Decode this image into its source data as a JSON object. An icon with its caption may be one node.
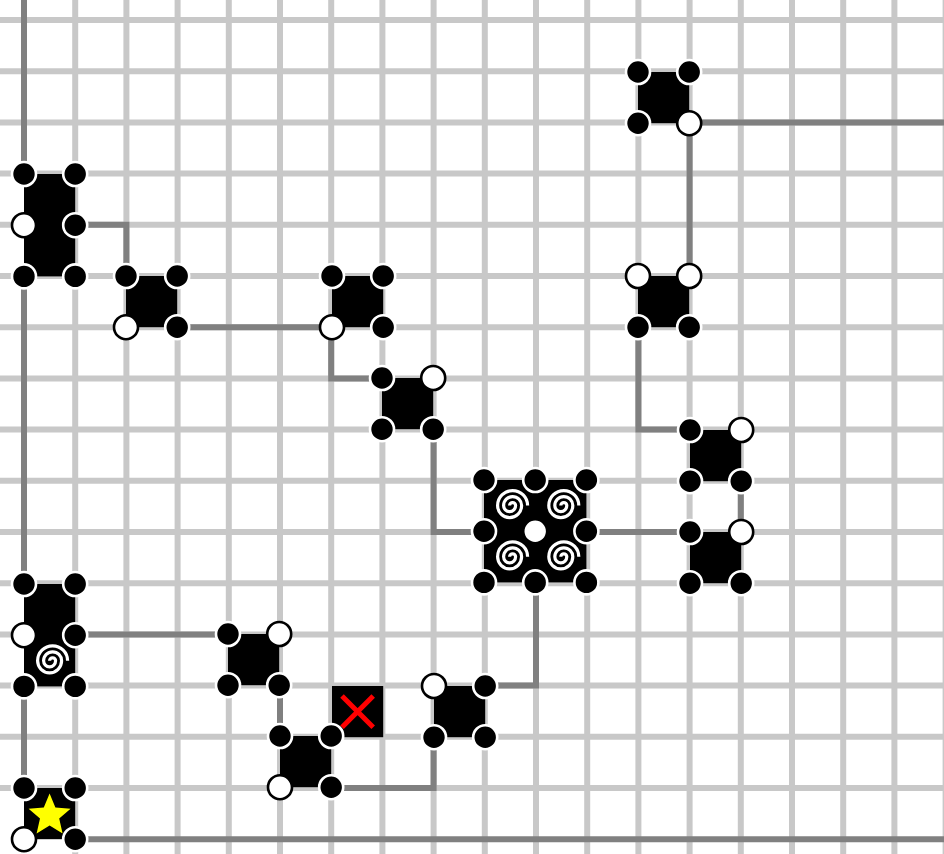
{
  "diagram": {
    "nodes": [
      {
        "text": [],
        "shape": "box"
      },
      {
        "text": [],
        "shape": "box"
      },
      {
        "text": [],
        "shape": "box"
      },
      {
        "text": [],
        "shape": "box"
      },
      {
        "text": [],
        "shape": "box"
      },
      {
        "text": [],
        "shape": "box"
      },
      {
        "text": [],
        "shape": "box"
      },
      {
        "text": [],
        "shape": "box"
      },
      {
        "text": [],
        "shape": "box"
      },
      {
        "text": [],
        "shape": "box"
      },
      {
        "text": [],
        "shape": "box"
      },
      {
        "text": [],
        "shape": "cross"
      },
      {
        "text": [],
        "shape": "box"
      },
      {
        "text": [],
        "shape": "box"
      },
      {
        "text": [],
        "shape": "box"
      }
    ],
    "edges": [
      {
        "from": null,
        "to": 1,
        "arrow": "none"
      },
      {
        "from": 0,
        "to": null,
        "arrow": "none"
      },
      {
        "from": 0,
        "to": 4,
        "arrow": "none"
      },
      {
        "from": 1,
        "to": 2,
        "arrow": "none"
      },
      {
        "from": 2,
        "to": 3,
        "arrow": "none"
      },
      {
        "from": 3,
        "to": 5,
        "arrow": "none"
      },
      {
        "from": 5,
        "to": 7,
        "arrow": "none"
      },
      {
        "from": 4,
        "to": 6,
        "arrow": "none"
      },
      {
        "from": 6,
        "to": 8,
        "arrow": "none"
      },
      {
        "from": 7,
        "to": 8,
        "arrow": "none"
      },
      {
        "from": 1,
        "to": 9,
        "arrow": "none"
      },
      {
        "from": 9,
        "to": 10,
        "arrow": "none"
      },
      {
        "from": 9,
        "to": 14,
        "arrow": "none"
      },
      {
        "from": 10,
        "to": 13,
        "arrow": "none"
      },
      {
        "from": 13,
        "to": 12,
        "arrow": "none"
      },
      {
        "from": 12,
        "to": 7,
        "arrow": "none"
      },
      {
        "from": 14,
        "to": null,
        "arrow": "none"
      }
    ]
  }
}
